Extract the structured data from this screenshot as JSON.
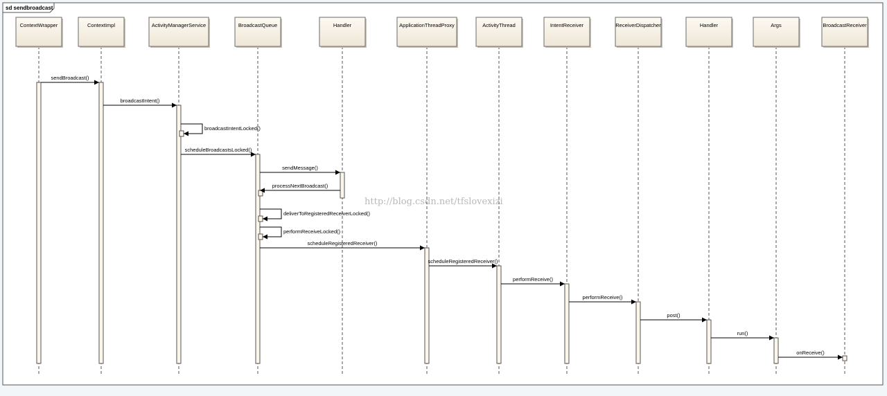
{
  "frame": {
    "title": "sd sendbroadcast"
  },
  "watermark": "http://blog.csdn.net/tfslovexizi",
  "lifelines": [
    {
      "id": "cw",
      "name": "ContextWrapper"
    },
    {
      "id": "ci",
      "name": "ContextImpl"
    },
    {
      "id": "ams",
      "name": "ActivityManagerService"
    },
    {
      "id": "bq",
      "name": "BroadcastQueue"
    },
    {
      "id": "h1",
      "name": "Handler"
    },
    {
      "id": "atp",
      "name": "ApplicationThreadProxy"
    },
    {
      "id": "at",
      "name": "ActivityThread"
    },
    {
      "id": "ir",
      "name": "IntentReceiver"
    },
    {
      "id": "rd",
      "name": "ReceiverDispatcher"
    },
    {
      "id": "h2",
      "name": "Handler"
    },
    {
      "id": "args",
      "name": "Args"
    },
    {
      "id": "br",
      "name": "BroadcastReceiver"
    }
  ],
  "messages": [
    {
      "from": "cw",
      "to": "ci",
      "label": "sendBroadcast()"
    },
    {
      "from": "ci",
      "to": "ams",
      "label": "broadcastIntent()"
    },
    {
      "from": "ams",
      "to": "ams",
      "label": "broadcastIntentLocked()"
    },
    {
      "from": "ams",
      "to": "bq",
      "label": "scheduleBroadcastsLocked()"
    },
    {
      "from": "bq",
      "to": "h1",
      "label": "sendMessage()"
    },
    {
      "from": "h1",
      "to": "bq",
      "label": "processNextBroadcast()"
    },
    {
      "from": "bq",
      "to": "bq",
      "label": "deliverToRegisteredReceiverLocked()"
    },
    {
      "from": "bq",
      "to": "bq",
      "label": "performReceiveLocked()"
    },
    {
      "from": "bq",
      "to": "atp",
      "label": "scheduleRegisteredReceiver()"
    },
    {
      "from": "atp",
      "to": "at",
      "label": "scheduleRegisteredReceiver()"
    },
    {
      "from": "at",
      "to": "ir",
      "label": "performReceive()"
    },
    {
      "from": "ir",
      "to": "rd",
      "label": "performReceive()"
    },
    {
      "from": "rd",
      "to": "h2",
      "label": "post()"
    },
    {
      "from": "h2",
      "to": "args",
      "label": "run()"
    },
    {
      "from": "args",
      "to": "br",
      "label": "onReceive()"
    }
  ]
}
